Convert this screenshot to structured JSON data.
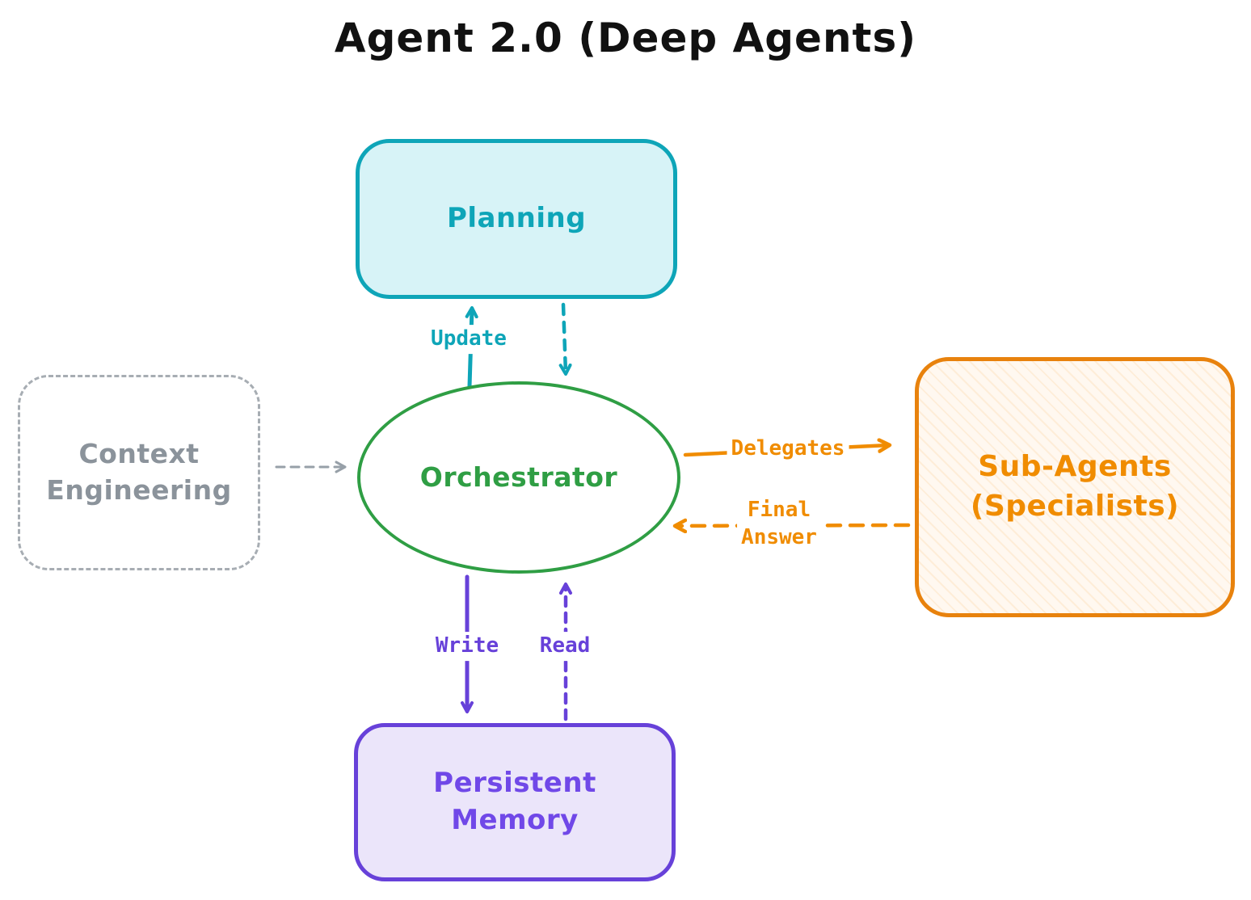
{
  "title": "Agent 2.0 (Deep Agents)",
  "nodes": {
    "planning": {
      "label": "Planning"
    },
    "orchestrator": {
      "label": "Orchestrator"
    },
    "context_engineering": {
      "line1": "Context",
      "line2": "Engineering"
    },
    "sub_agents": {
      "line1": "Sub-Agents",
      "line2": "(Specialists)"
    },
    "persistent_memory": {
      "line1": "Persistent",
      "line2": "Memory"
    }
  },
  "edges": {
    "update": "Update",
    "delegates": "Delegates",
    "final_answer": {
      "line1": "Final",
      "line2": "Answer"
    },
    "write": "Write",
    "read": "Read"
  },
  "colors": {
    "teal": "#0ea5b8",
    "green": "#2f9e44",
    "gray": "#97a0a8",
    "orange": "#f08c00",
    "orange_border": "#e8820d",
    "purple": "#6741d9",
    "title_text": "#111111"
  }
}
